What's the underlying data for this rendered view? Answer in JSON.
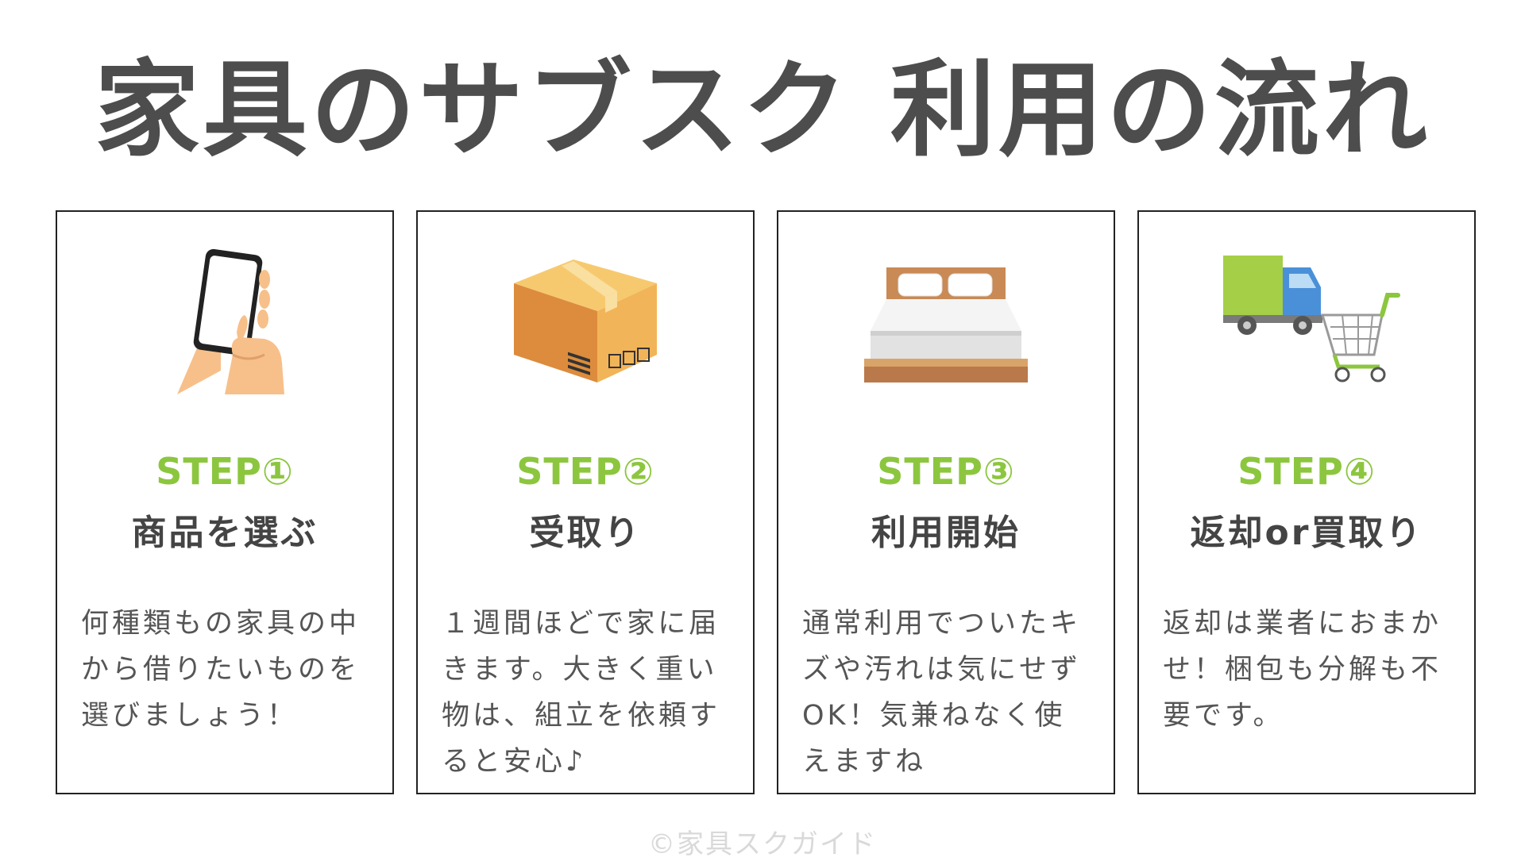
{
  "title": "家具のサブスク 利用の流れ",
  "steps": [
    {
      "label": "STEP①",
      "title": "商品を選ぶ",
      "description": "何種類もの家具の中から借りたいものを選びましょう！",
      "icon": "smartphone-hand-icon"
    },
    {
      "label": "STEP②",
      "title": "受取り",
      "description": "１週間ほどで家に届きます。大きく重い物は、組立を依頼すると安心♪",
      "icon": "cardboard-box-icon"
    },
    {
      "label": "STEP③",
      "title": "利用開始",
      "description": "通常利用でついたキズや汚れは気にせずOK！気兼ねなく使えますね",
      "icon": "bed-icon"
    },
    {
      "label": "STEP④",
      "title": "返却or買取り",
      "description": "返却は業者におまかせ！梱包も分解も不要です。",
      "icon": "truck-cart-icon"
    }
  ],
  "copyright": "©家具スクガイド",
  "colors": {
    "accent": "#8cc63f",
    "title": "#4d4d4d",
    "border": "#222222",
    "copyright": "#d9d9d9"
  }
}
